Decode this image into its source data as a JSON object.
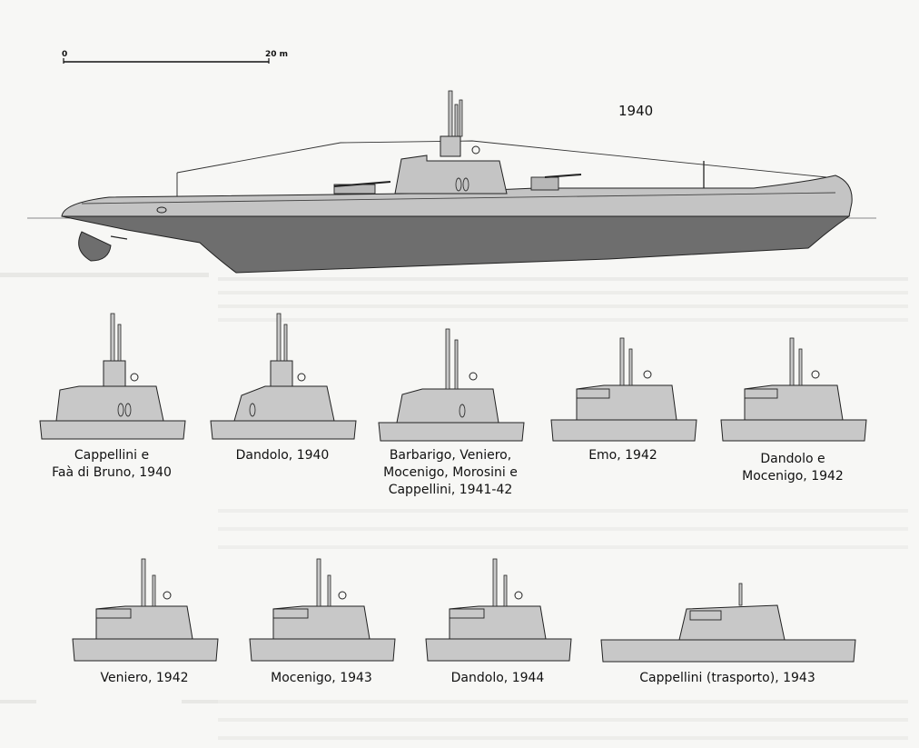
{
  "scale_bar": {
    "start_label": "0",
    "end_label": "20 m"
  },
  "main_profile": {
    "year_label": "1940"
  },
  "colors": {
    "hull_upper": "#c4c4c4",
    "hull_lower": "#6e6e6e",
    "outline": "#222222",
    "paper": "#f7f7f5"
  },
  "tower_variants": [
    {
      "caption": "Cappellini e\nFaà di Bruno, 1940"
    },
    {
      "caption": "Dandolo, 1940"
    },
    {
      "caption": "Barbarigo, Veniero,\nMocenigo, Morosini e\nCappellini, 1941-42"
    },
    {
      "caption": "Emo, 1942"
    },
    {
      "caption": "Dandolo e\nMocenigo, 1942"
    },
    {
      "caption": "Veniero, 1942"
    },
    {
      "caption": "Mocenigo, 1943"
    },
    {
      "caption": "Dandolo, 1944"
    },
    {
      "caption": "Cappellini (trasporto), 1943"
    }
  ]
}
